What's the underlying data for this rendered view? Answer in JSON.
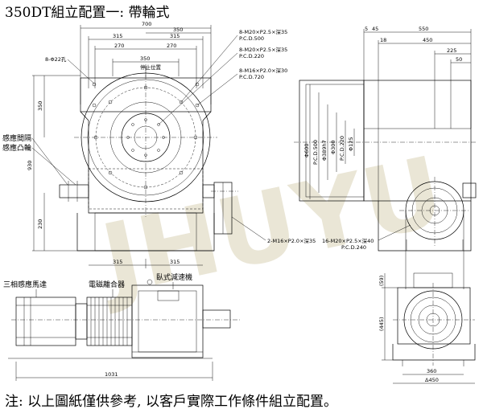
{
  "title": "350DT組立配置一: 帶輪式",
  "note": "注: 以上圖紙僅供參考, 以客戶實際工作條件組立配置。",
  "watermark": "JHUYU",
  "front_view": {
    "dims": {
      "overall_width": "700",
      "half_right": "350",
      "left_315": "315",
      "right_315": "315",
      "left_270": "270",
      "right_270": "270",
      "center_350": "350",
      "height_350": "350",
      "height_930": "930",
      "height_230": "230",
      "bottom_315_left": "315",
      "bottom_315_right": "315"
    },
    "labels": {
      "holes_22": "8-Φ22孔",
      "stop_position": "停止位置",
      "sensor_gap": "感應間隔",
      "sensor_cam": "感應凸輪",
      "callout_1": "8-M20×P2.5×深35",
      "callout_1b": "P.C.D.500",
      "callout_2": "8-M20×P2.5×深35",
      "callout_2b": "P.C.D.220",
      "callout_3": "8-M16×P2.0×深30",
      "callout_3b": "P.C.D.720",
      "callout_4": "2-M16×P2.0×深35"
    }
  },
  "side_view": {
    "dims": {
      "top_5": "5",
      "top_45": "45",
      "top_550": "550",
      "top_18": "18",
      "top_450": "450",
      "top_225": "225",
      "top_50": "50",
      "dia_600": "Φ600",
      "pcd_500": "P.C.D.500",
      "dia_389": "Φ389h7",
      "dia_300": "Φ300",
      "pcd_220": "P.C.D.220",
      "dia_125": "Φ125"
    },
    "labels": {
      "callout_5": "16-M20×P2.5×深40",
      "callout_5b": "P.C.D.240"
    }
  },
  "drive_view": {
    "labels": {
      "motor": "三相感應馬達",
      "clutch": "電磁離合器",
      "reducer": "臥式減速機"
    },
    "dims": {
      "length_1031": "1031"
    }
  },
  "end_view": {
    "dims": {
      "h_59": "(59)",
      "h_445": "(445)",
      "w_360": "360",
      "w_450": "Δ450"
    }
  }
}
